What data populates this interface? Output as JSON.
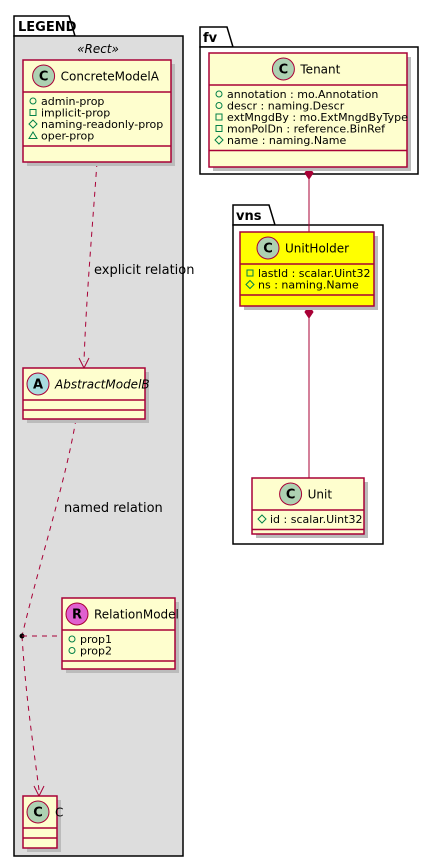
{
  "colors": {
    "legend_fill": "#dddddd",
    "package_fill": "#ffffff",
    "class_fill": "#fefece",
    "highlight_fill": "#ffff00",
    "border": "#a80036",
    "circle_class": "#add1b2",
    "circle_abstract": "#a9dcdf",
    "circle_relation": "#e060d0"
  },
  "packages": {
    "legend": {
      "name": "LEGEND",
      "stereotype": "«Rect»"
    },
    "fv": {
      "name": "fv"
    },
    "vns": {
      "name": "vns"
    }
  },
  "classes": {
    "concrete": {
      "name": "ConcreteModelA",
      "circle": "C",
      "icon": "class-icon",
      "attributes": [
        {
          "vis": "public",
          "text": "admin-prop"
        },
        {
          "vis": "private",
          "text": "implicit-prop"
        },
        {
          "vis": "protected",
          "text": "naming-readonly-prop"
        },
        {
          "vis": "package",
          "text": "oper-prop"
        }
      ]
    },
    "abstract": {
      "name": "AbstractModelB",
      "circle": "A",
      "icon": "abstract-class-icon"
    },
    "relation": {
      "name": "RelationModel",
      "circle": "R",
      "icon": "relation-class-icon",
      "attributes": [
        {
          "vis": "public",
          "text": "prop1"
        },
        {
          "vis": "public",
          "text": "prop2"
        }
      ]
    },
    "c": {
      "name": "C",
      "circle": "C",
      "icon": "class-icon"
    },
    "tenant": {
      "name": "Tenant",
      "circle": "C",
      "icon": "class-icon",
      "attributes": [
        {
          "vis": "public",
          "text": "annotation : mo.Annotation"
        },
        {
          "vis": "public",
          "text": "descr : naming.Descr"
        },
        {
          "vis": "private",
          "text": "extMngdBy : mo.ExtMngdByType"
        },
        {
          "vis": "private",
          "text": "monPolDn : reference.BinRef"
        },
        {
          "vis": "protected",
          "text": "name : naming.Name"
        }
      ]
    },
    "unitholder": {
      "name": "UnitHolder",
      "circle": "C",
      "icon": "class-icon",
      "attributes": [
        {
          "vis": "private",
          "text": "lastId : scalar.Uint32"
        },
        {
          "vis": "protected",
          "text": "ns : naming.Name"
        }
      ]
    },
    "unit": {
      "name": "Unit",
      "circle": "C",
      "icon": "class-icon",
      "attributes": [
        {
          "vis": "protected",
          "text": "id : scalar.Uint32"
        }
      ]
    }
  },
  "relations": {
    "explicit": "explicit relation",
    "named": "named relation"
  }
}
